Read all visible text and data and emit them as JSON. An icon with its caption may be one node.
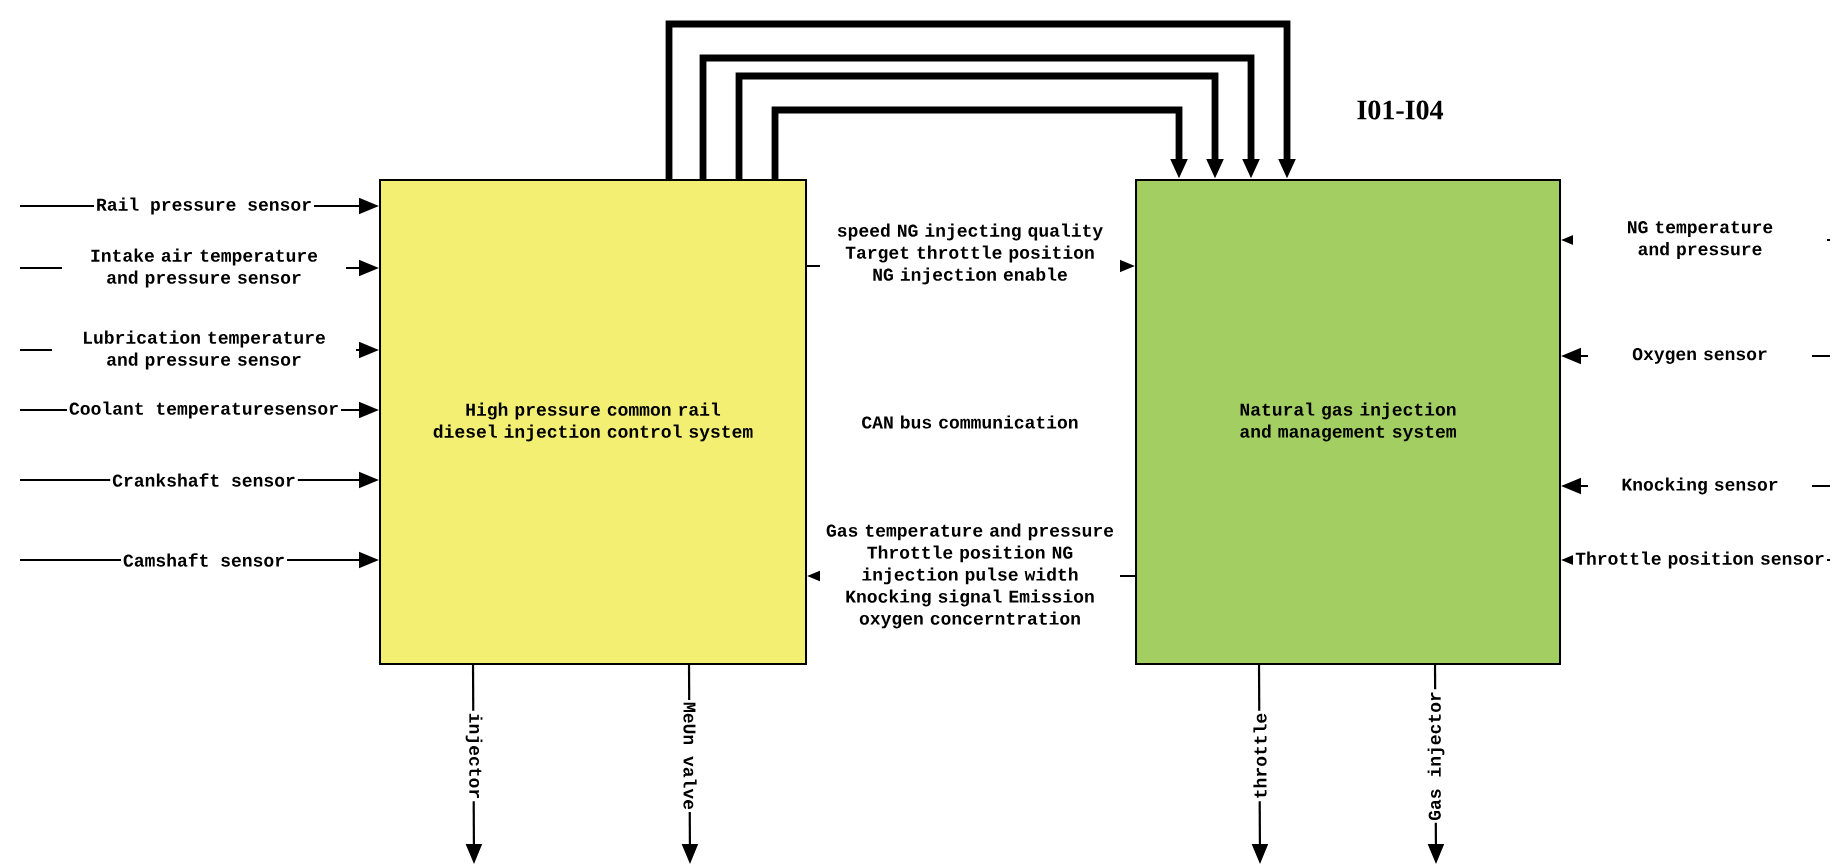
{
  "diagram": {
    "nodes": [
      {
        "text": [
          "High pressure common rail diesel injection control system"
        ]
      },
      {
        "text": [
          "Natural gas injection and management system"
        ]
      }
    ],
    "edges": [
      {
        "from": null,
        "to": 0,
        "arrow": "to",
        "label": "Rail pressure sensor"
      },
      {
        "from": null,
        "to": 0,
        "arrow": "to",
        "label": "Intake air temperature and pressure sensor"
      },
      {
        "from": null,
        "to": 0,
        "arrow": "to",
        "label": "Lubrication temperature and pressure sensor"
      },
      {
        "from": null,
        "to": 0,
        "arrow": "to",
        "label": "Coolant temperaturesensor"
      },
      {
        "from": null,
        "to": 0,
        "arrow": "to",
        "label": "Crankshaft sensor"
      },
      {
        "from": null,
        "to": 0,
        "arrow": "to",
        "label": "Camshaft sensor"
      },
      {
        "from": null,
        "to": 1,
        "arrow": "to",
        "label": "NG temperature and pressure"
      },
      {
        "from": null,
        "to": 1,
        "arrow": "to",
        "label": "Oxygen sensor"
      },
      {
        "from": null,
        "to": 1,
        "arrow": "to",
        "label": "Knocking sensor"
      },
      {
        "from": null,
        "to": 1,
        "arrow": "to",
        "label": "Throttle position sensor"
      },
      {
        "from": 0,
        "to": null,
        "arrow": "to",
        "label": "injector"
      },
      {
        "from": 0,
        "to": null,
        "arrow": "to",
        "label": "MeUn valve"
      },
      {
        "from": 1,
        "to": null,
        "arrow": "to",
        "label": "throttle"
      },
      {
        "from": 1,
        "to": null,
        "arrow": "to",
        "label": "Gas injector"
      },
      {
        "from": 0,
        "to": 1,
        "arrow": "to",
        "label": "speed NG injecting quality Target throttle position NG injection enable"
      },
      {
        "from": 1,
        "to": 0,
        "arrow": "to",
        "label": "Gas temperature and pressure Throttle position NG injection pulse width Knocking signal Emission oxygen concerntration"
      },
      {
        "from": 0,
        "to": 1,
        "arrow": "to",
        "style": "thick"
      },
      {
        "from": 0,
        "to": 1,
        "arrow": "to",
        "style": "thick"
      },
      {
        "from": 0,
        "to": 1,
        "arrow": "to",
        "style": "thick"
      },
      {
        "from": 0,
        "to": 1,
        "arrow": "to",
        "style": "thick"
      }
    ],
    "labels": [
      "I01-I04",
      "CAN bus communication"
    ]
  }
}
